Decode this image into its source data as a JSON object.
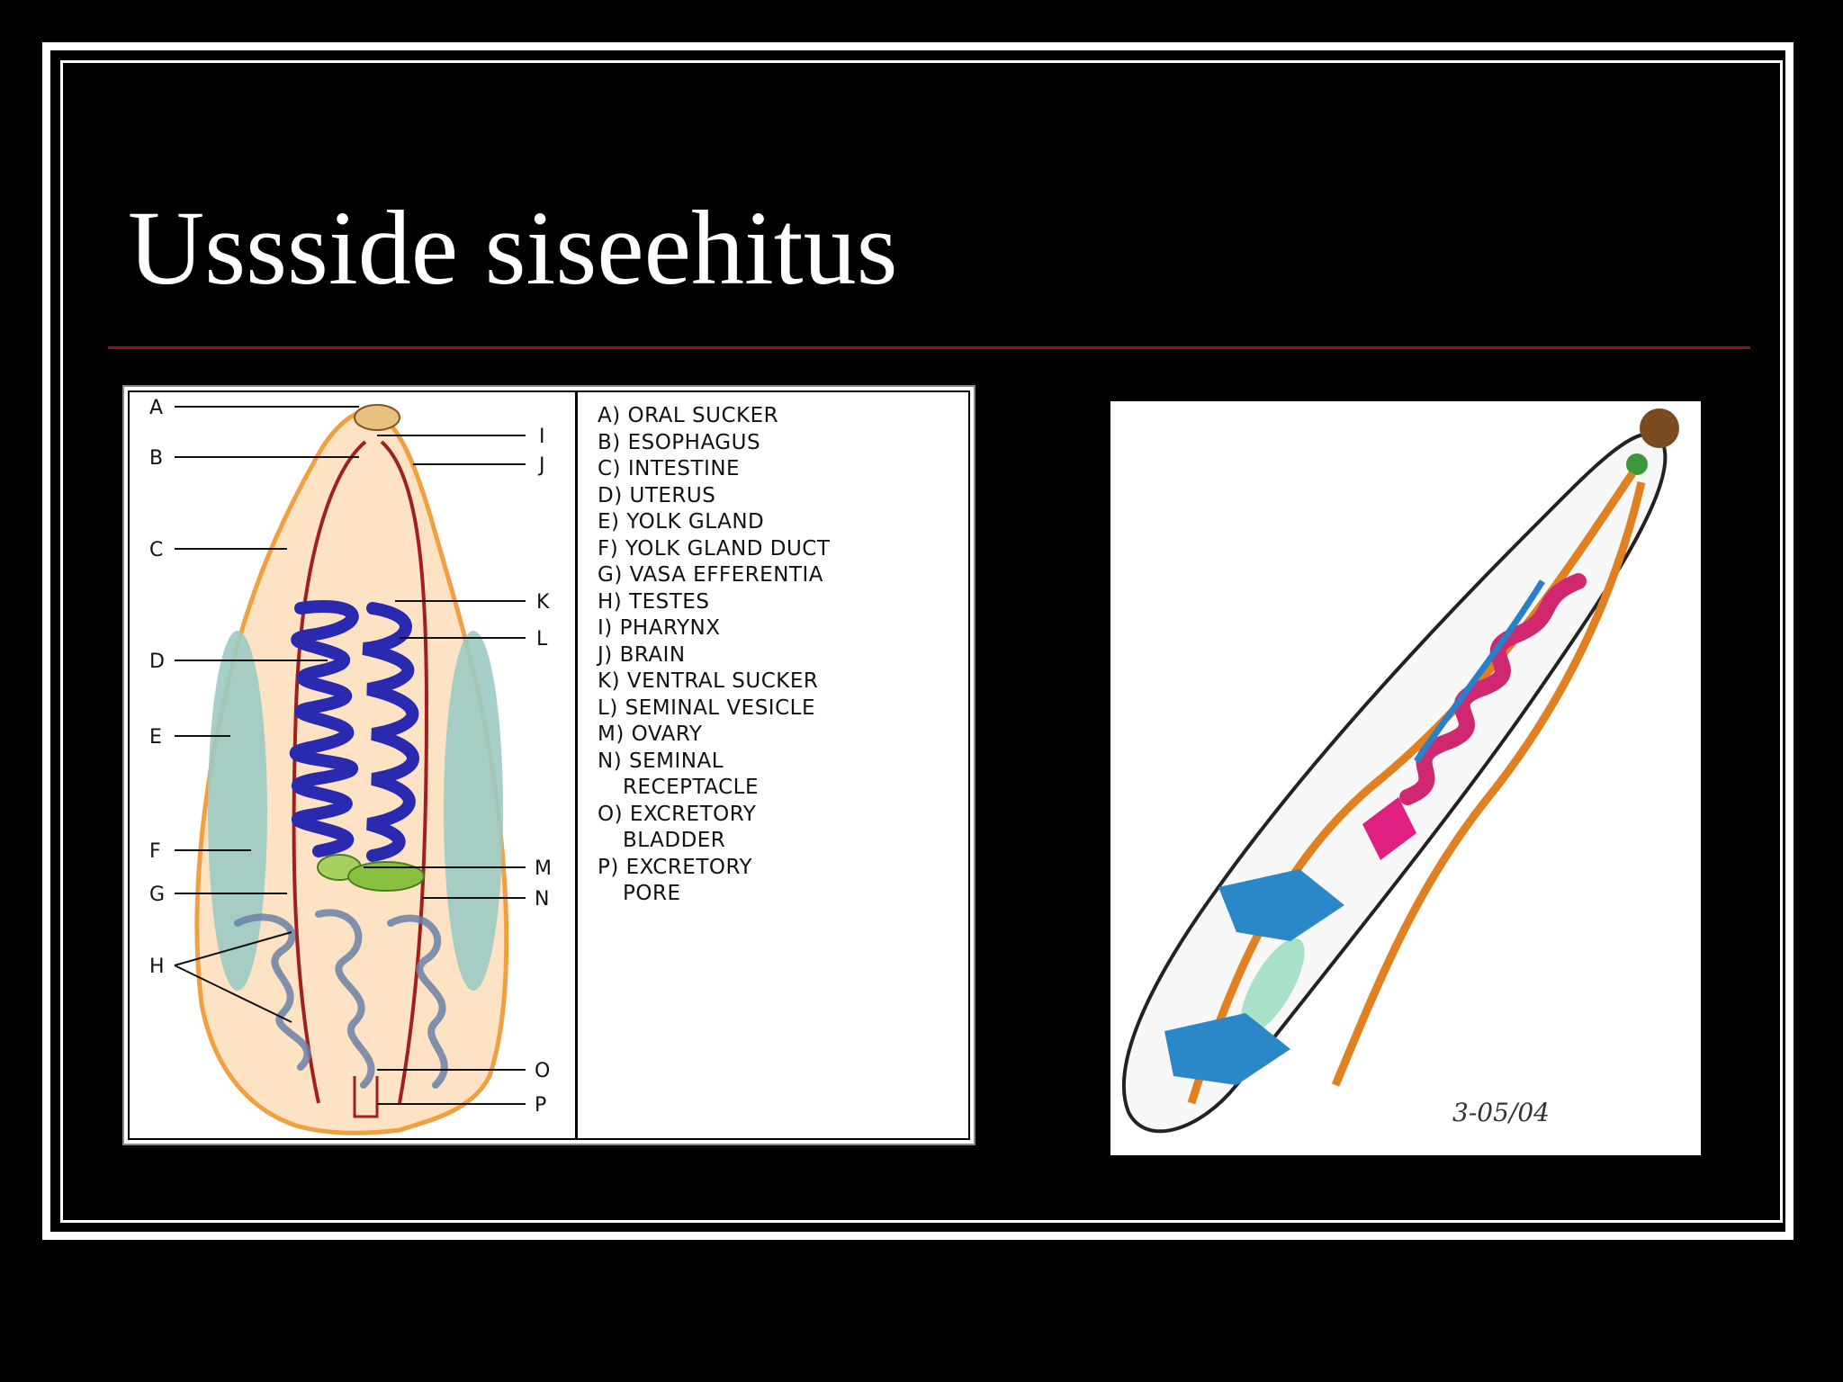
{
  "slide": {
    "title": "Ussside siseehitus"
  },
  "diagram": {
    "letters_left": [
      "A",
      "B",
      "C",
      "D",
      "E",
      "F",
      "G",
      "H"
    ],
    "letters_right": [
      "I",
      "J",
      "K",
      "L",
      "M",
      "N",
      "O",
      "P"
    ],
    "legend": [
      "A) ORAL SUCKER",
      "B) ESOPHAGUS",
      "C) INTESTINE",
      "D) UTERUS",
      "E) YOLK GLAND",
      "F) YOLK GLAND DUCT",
      "G) VASA EFFERENTIA",
      "H) TESTES",
      "I) PHARYNX",
      "J) BRAIN",
      "K) VENTRAL SUCKER",
      "L) SEMINAL VESICLE",
      "M) OVARY",
      "N) SEMINAL",
      "RECEPTACLE",
      "O) EXCRETORY",
      "BLADDER",
      "P) EXCRETORY",
      "PORE"
    ]
  },
  "photo": {
    "handwriting": "3-05/04"
  },
  "colors": {
    "background": "#000000",
    "rule": "#9b0d0d",
    "body_outline": "#f0a040",
    "uterus": "#2a2ab0",
    "yolk": "#5aa0a0",
    "intestine": "#a02020"
  }
}
